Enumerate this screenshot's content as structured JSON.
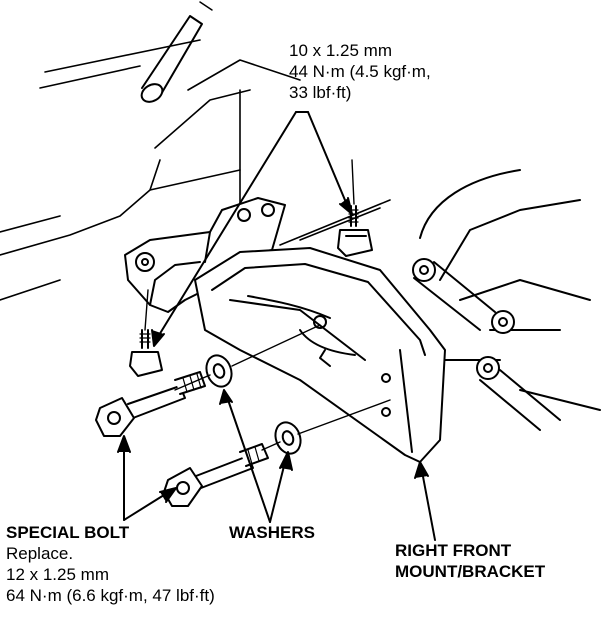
{
  "labels": {
    "upper_bolt": {
      "size": "10 x 1.25 mm",
      "torque": "44 N·m (4.5 kgf·m,",
      "torque_cont": "33 lbf·ft)"
    },
    "special_bolt": {
      "title": "SPECIAL BOLT",
      "note": "Replace.",
      "size": "12 x 1.25 mm",
      "torque": "64 N·m (6.6 kgf·m, 47 lbf·ft)"
    },
    "washers": "WASHERS",
    "mount": {
      "line1": "RIGHT FRONT",
      "line2": "MOUNT/BRACKET"
    }
  },
  "colors": {
    "ink": "#000000",
    "paper": "#ffffff"
  }
}
